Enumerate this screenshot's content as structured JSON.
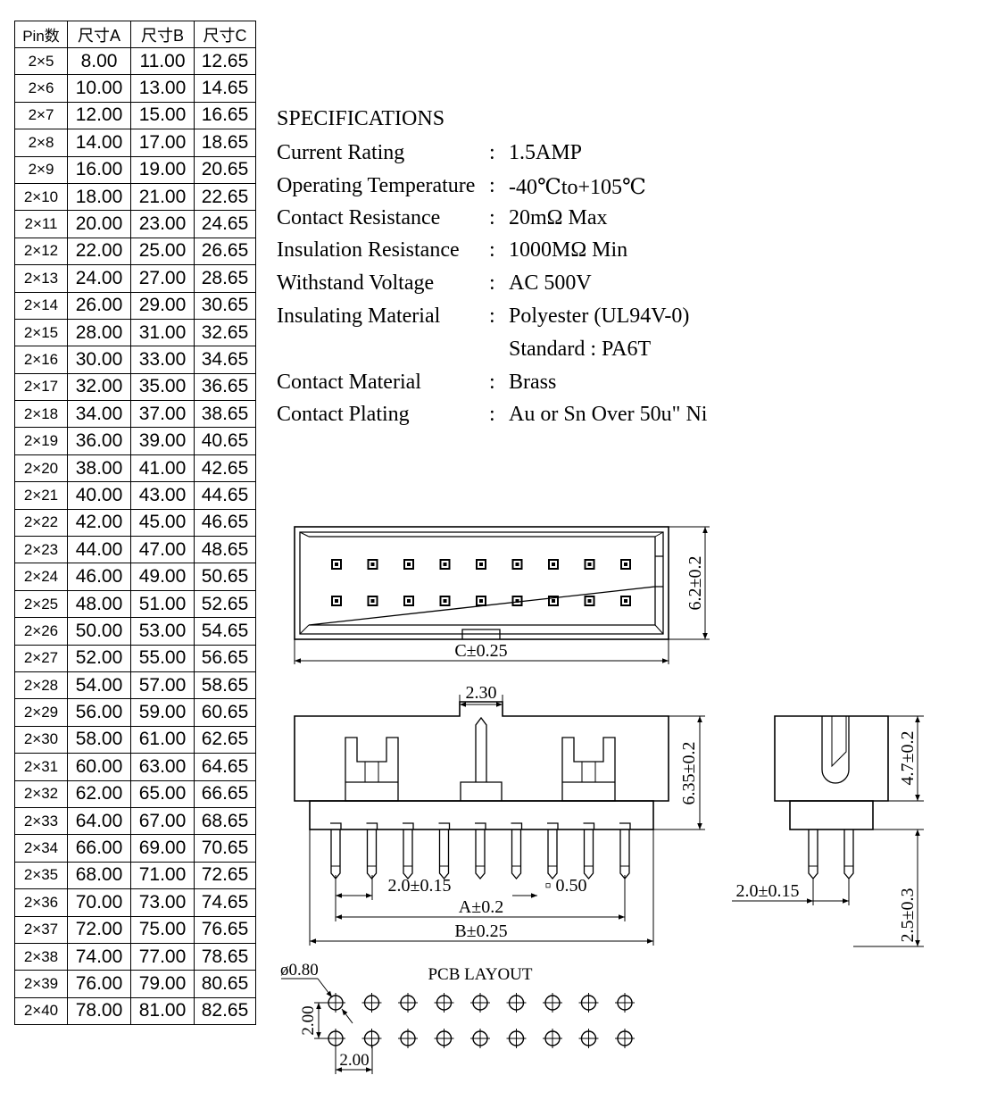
{
  "table": {
    "headers": [
      "Pin数",
      "尺寸A",
      "尺寸B",
      "尺寸C"
    ],
    "rows": [
      [
        "2×5",
        "8.00",
        "11.00",
        "12.65"
      ],
      [
        "2×6",
        "10.00",
        "13.00",
        "14.65"
      ],
      [
        "2×7",
        "12.00",
        "15.00",
        "16.65"
      ],
      [
        "2×8",
        "14.00",
        "17.00",
        "18.65"
      ],
      [
        "2×9",
        "16.00",
        "19.00",
        "20.65"
      ],
      [
        "2×10",
        "18.00",
        "21.00",
        "22.65"
      ],
      [
        "2×11",
        "20.00",
        "23.00",
        "24.65"
      ],
      [
        "2×12",
        "22.00",
        "25.00",
        "26.65"
      ],
      [
        "2×13",
        "24.00",
        "27.00",
        "28.65"
      ],
      [
        "2×14",
        "26.00",
        "29.00",
        "30.65"
      ],
      [
        "2×15",
        "28.00",
        "31.00",
        "32.65"
      ],
      [
        "2×16",
        "30.00",
        "33.00",
        "34.65"
      ],
      [
        "2×17",
        "32.00",
        "35.00",
        "36.65"
      ],
      [
        "2×18",
        "34.00",
        "37.00",
        "38.65"
      ],
      [
        "2×19",
        "36.00",
        "39.00",
        "40.65"
      ],
      [
        "2×20",
        "38.00",
        "41.00",
        "42.65"
      ],
      [
        "2×21",
        "40.00",
        "43.00",
        "44.65"
      ],
      [
        "2×22",
        "42.00",
        "45.00",
        "46.65"
      ],
      [
        "2×23",
        "44.00",
        "47.00",
        "48.65"
      ],
      [
        "2×24",
        "46.00",
        "49.00",
        "50.65"
      ],
      [
        "2×25",
        "48.00",
        "51.00",
        "52.65"
      ],
      [
        "2×26",
        "50.00",
        "53.00",
        "54.65"
      ],
      [
        "2×27",
        "52.00",
        "55.00",
        "56.65"
      ],
      [
        "2×28",
        "54.00",
        "57.00",
        "58.65"
      ],
      [
        "2×29",
        "56.00",
        "59.00",
        "60.65"
      ],
      [
        "2×30",
        "58.00",
        "61.00",
        "62.65"
      ],
      [
        "2×31",
        "60.00",
        "63.00",
        "64.65"
      ],
      [
        "2×32",
        "62.00",
        "65.00",
        "66.65"
      ],
      [
        "2×33",
        "64.00",
        "67.00",
        "68.65"
      ],
      [
        "2×34",
        "66.00",
        "69.00",
        "70.65"
      ],
      [
        "2×35",
        "68.00",
        "71.00",
        "72.65"
      ],
      [
        "2×36",
        "70.00",
        "73.00",
        "74.65"
      ],
      [
        "2×37",
        "72.00",
        "75.00",
        "76.65"
      ],
      [
        "2×38",
        "74.00",
        "77.00",
        "78.65"
      ],
      [
        "2×39",
        "76.00",
        "79.00",
        "80.65"
      ],
      [
        "2×40",
        "78.00",
        "81.00",
        "82.65"
      ]
    ]
  },
  "specs": {
    "title": "SPECIFICATIONS",
    "items": [
      {
        "label": "Current Rating",
        "colon": ":",
        "value": "1.5AMP"
      },
      {
        "label": "Operating Temperature",
        "colon": ":",
        "value": "-40℃to+105℃"
      },
      {
        "label": "Contact Resistance",
        "colon": ":",
        "value": "20mΩ  Max"
      },
      {
        "label": "Insulation Resistance",
        "colon": ":",
        "value": "1000MΩ  Min"
      },
      {
        "label": "Withstand Voltage",
        "colon": ":",
        "value": "AC 500V"
      },
      {
        "label": "Insulating Material",
        "colon": ":",
        "value": "Polyester (UL94V-0)"
      },
      {
        "label": "",
        "colon": "",
        "value": "Standard : PA6T"
      },
      {
        "label": "Contact Material",
        "colon": ":",
        "value": "Brass"
      },
      {
        "label": "Contact Plating",
        "colon": ":",
        "value": "Au or Sn Over 50u\" Ni"
      }
    ]
  },
  "dimensions": {
    "top_height": "6.2±0.2",
    "top_width": "C±0.25",
    "key_width": "2.30",
    "front_height": "6.35±0.2",
    "pitch_front": "2.0±0.15",
    "pin_square": "▫ 0.50",
    "dim_a": "A±0.2",
    "dim_b": "B±0.25",
    "side_height": "4.7±0.2",
    "side_pitch": "2.0±0.15",
    "side_pin_len": "2.5±0.3",
    "pcb_title": "PCB LAYOUT",
    "pcb_hole": "ø0.80",
    "pcb_row_pitch": "2.00",
    "pcb_col_pitch": "2.00"
  }
}
